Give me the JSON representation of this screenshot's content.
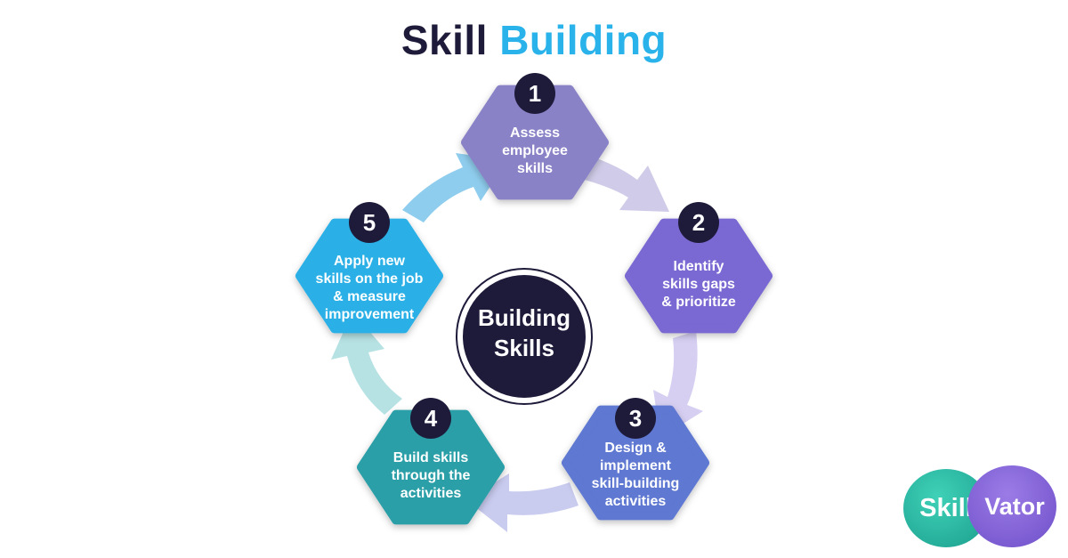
{
  "title": {
    "part1": "Skill",
    "part2": "Building"
  },
  "center": {
    "line1": "Building",
    "line2": "Skills"
  },
  "steps": [
    {
      "number": "1",
      "lines": [
        "Assess",
        "employee",
        "skills"
      ],
      "color": "#8a82c7"
    },
    {
      "number": "2",
      "lines": [
        "Identify",
        "skills gaps",
        "& prioritize"
      ],
      "color": "#7a69d2"
    },
    {
      "number": "3",
      "lines": [
        "Design &",
        "implement",
        "skill-building",
        "activities"
      ],
      "color": "#5e78d1"
    },
    {
      "number": "4",
      "lines": [
        "Build skills",
        "through the",
        "activities"
      ],
      "color": "#2b9fa7"
    },
    {
      "number": "5",
      "lines": [
        "Apply new",
        "skills on the job",
        "& measure",
        "improvement"
      ],
      "color": "#2cb0e6"
    }
  ],
  "colors": {
    "dark": "#1e1b3a",
    "accent": "#29b3ea",
    "arrows": [
      "#c9c6e6",
      "#d8d2f3",
      "#c6c8ef",
      "#b9e4e6",
      "#8ecbee"
    ]
  },
  "logo": {
    "left": "Skill",
    "right": "Vator"
  }
}
